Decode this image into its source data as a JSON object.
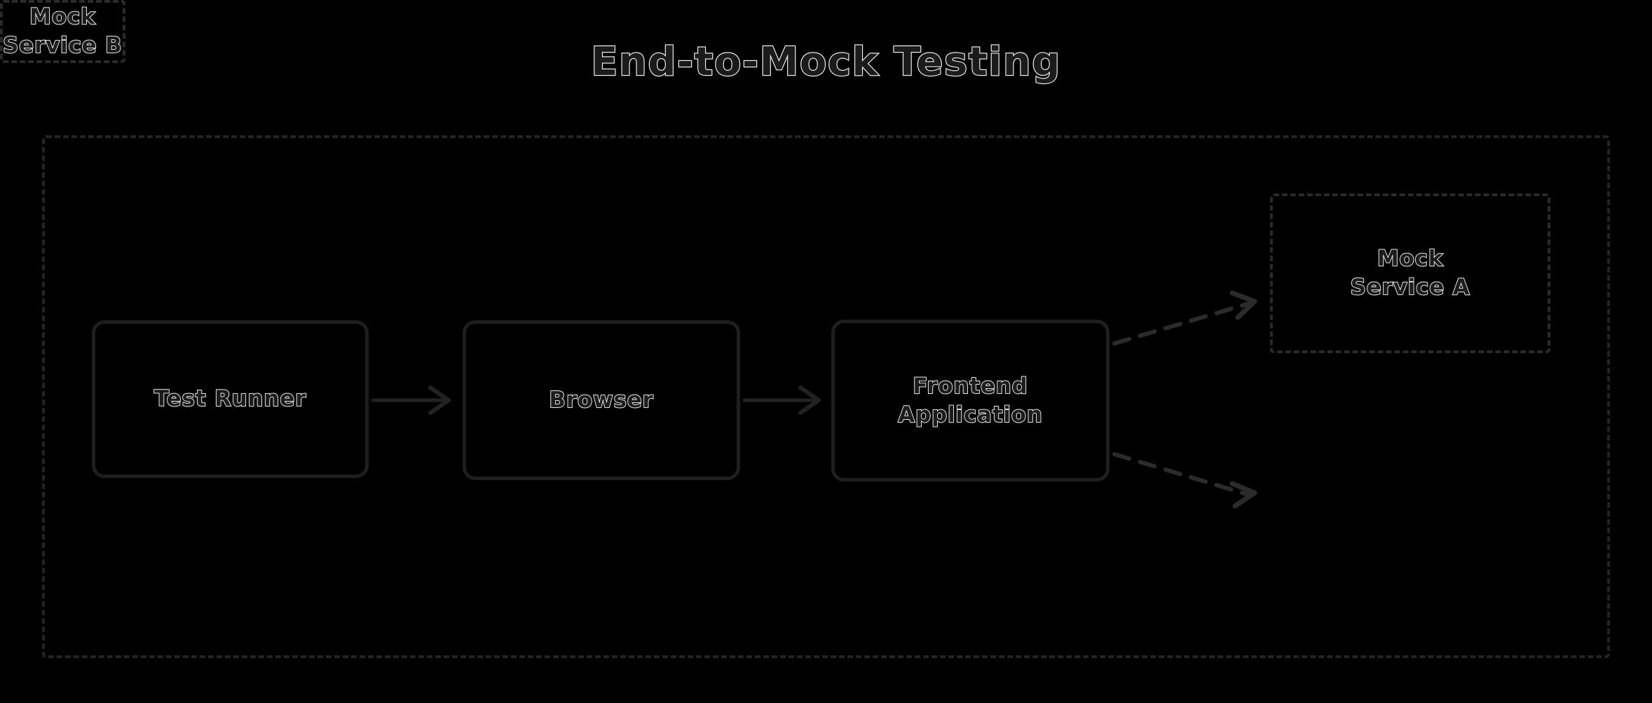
{
  "diagram": {
    "title": "End-to-Mock Testing",
    "type": "flow-diagram",
    "background_color": "#000000",
    "stroke_color": "#1e1e1e",
    "dashed_stroke_color": "#2a2a2a",
    "text_fill_color": "#1c1c1c",
    "text_outline_color": "#f4f4f4",
    "container": {
      "name": "test-environment-boundary",
      "style": "dashed"
    },
    "nodes": [
      {
        "id": "test-runner",
        "label": "Test Runner",
        "style": "solid-rounded"
      },
      {
        "id": "browser",
        "label": "Browser",
        "style": "solid-rounded"
      },
      {
        "id": "frontend",
        "label": "Frontend\nApplication",
        "style": "solid-rounded"
      },
      {
        "id": "mock-a",
        "label": "Mock\nService A",
        "style": "dashed"
      },
      {
        "id": "mock-b",
        "label": "Mock\nService B",
        "style": "dashed"
      }
    ],
    "edges": [
      {
        "from": "test-runner",
        "to": "browser",
        "style": "solid",
        "arrowhead": "open-v"
      },
      {
        "from": "browser",
        "to": "frontend",
        "style": "solid",
        "arrowhead": "open-v"
      },
      {
        "from": "frontend",
        "to": "mock-a",
        "style": "dashed",
        "arrowhead": "open-v"
      },
      {
        "from": "frontend",
        "to": "mock-b",
        "style": "dashed",
        "arrowhead": "open-v"
      }
    ]
  }
}
